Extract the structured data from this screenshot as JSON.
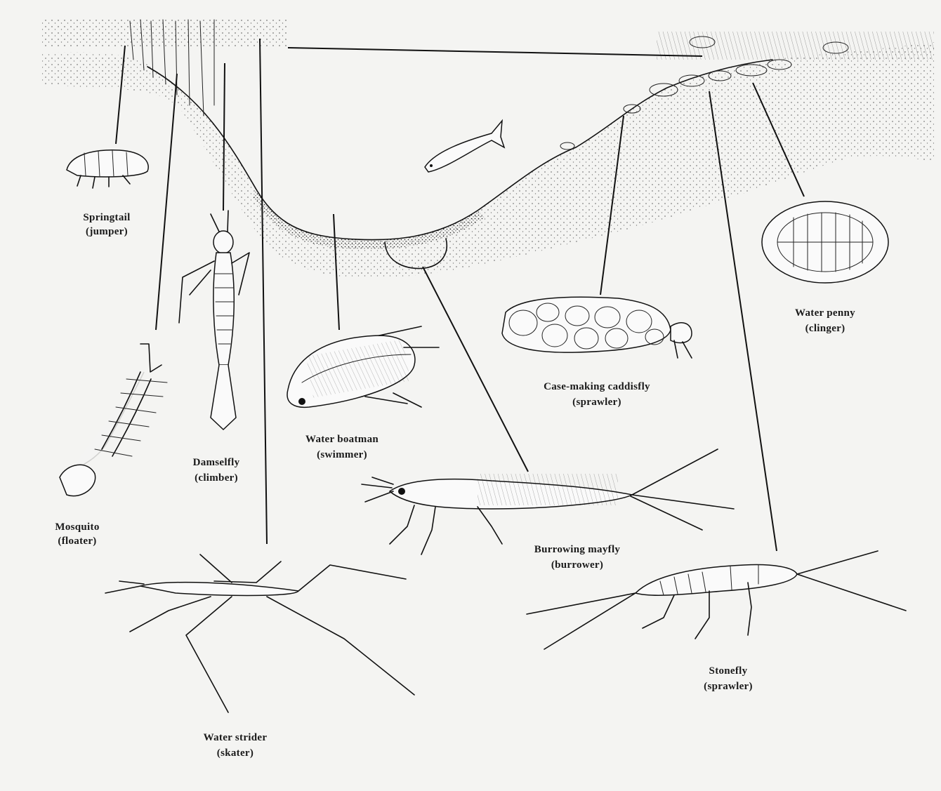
{
  "organisms": [
    {
      "key": "springtail",
      "name": "Springtail",
      "habit": "(jumper)"
    },
    {
      "key": "mosquito",
      "name": "Mosquito",
      "habit": "(floater)"
    },
    {
      "key": "damselfly",
      "name": "Damselfly",
      "habit": "(climber)"
    },
    {
      "key": "water_strider",
      "name": "Water strider",
      "habit": "(skater)"
    },
    {
      "key": "water_boatman",
      "name": "Water boatman",
      "habit": "(swimmer)"
    },
    {
      "key": "burrowing_mayfly",
      "name": "Burrowing mayfly",
      "habit": "(burrower)"
    },
    {
      "key": "caddisfly",
      "name": "Case-making caddisfly",
      "habit": "(sprawler)"
    },
    {
      "key": "water_penny",
      "name": "Water penny",
      "habit": "(clinger)"
    },
    {
      "key": "stonefly",
      "name": "Stonefly",
      "habit": "(sprawler)"
    }
  ],
  "colors": {
    "ink": "#111111",
    "paper": "#f4f4f2"
  }
}
